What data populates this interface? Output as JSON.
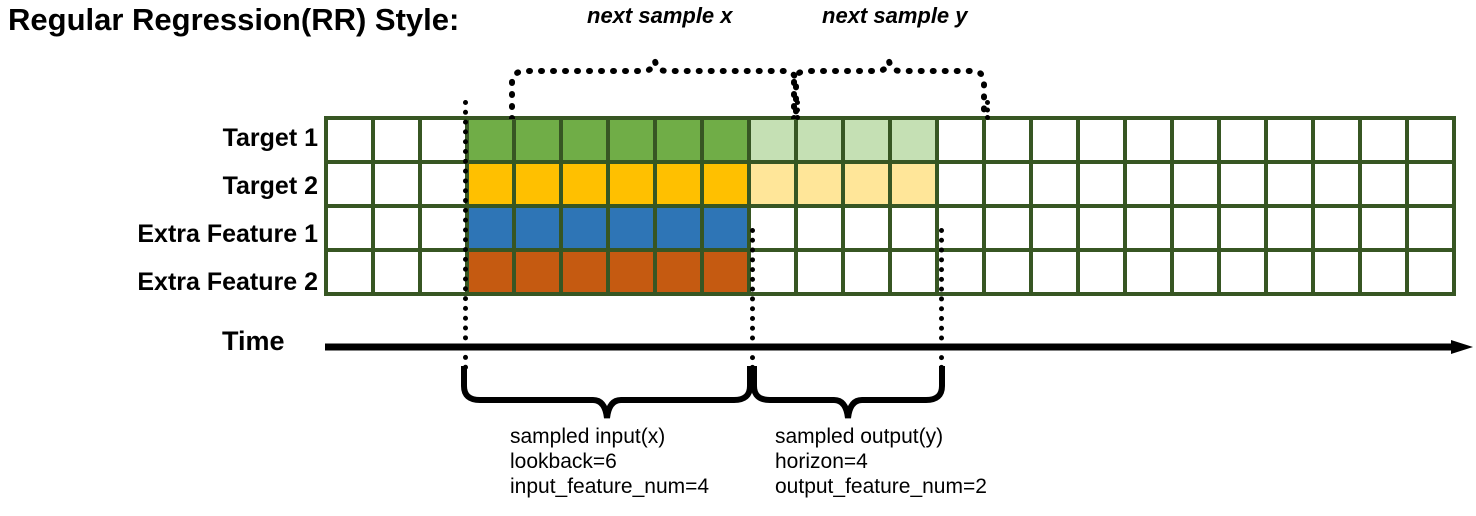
{
  "title": "Regular Regression(RR) Style:",
  "rows": [
    {
      "label": "Target 1",
      "dark": "#70ad47",
      "light": "#c5e0b4",
      "has_light": true
    },
    {
      "label": "Target 2",
      "dark": "#ffc000",
      "light": "#ffe699",
      "has_light": true
    },
    {
      "label": "Extra Feature 1",
      "dark": "#2e75b6",
      "light": "",
      "has_light": false
    },
    {
      "label": "Extra Feature 2",
      "dark": "#c55a11",
      "light": "",
      "has_light": false
    }
  ],
  "grid": {
    "total_columns": 24,
    "leading_blank_columns": 3,
    "input_columns": 6,
    "output_columns": 4,
    "trailing_blank_columns": 11,
    "border_color": "#375623",
    "empty_color": "#ffffff"
  },
  "axis": {
    "label": "Time",
    "direction": "right-arrow"
  },
  "annotations": {
    "top": [
      {
        "text": "next sample x",
        "name": "next-sample-x"
      },
      {
        "text": "next sample y",
        "name": "next-sample-y"
      }
    ],
    "bottom": [
      {
        "name": "sampled-input",
        "lines": [
          "sampled input(x)",
          "lookback=6",
          "input_feature_num=4"
        ]
      },
      {
        "name": "sampled-output",
        "lines": [
          "sampled output(y)",
          "horizon=4",
          "output_feature_num=2"
        ]
      }
    ]
  },
  "chart_data": {
    "type": "diagram",
    "title": "Regular Regression(RR) Style:",
    "series": [
      {
        "name": "Target 1",
        "input_cells": 6,
        "output_cells": 4
      },
      {
        "name": "Target 2",
        "input_cells": 6,
        "output_cells": 4
      },
      {
        "name": "Extra Feature 1",
        "input_cells": 6,
        "output_cells": 0
      },
      {
        "name": "Extra Feature 2",
        "input_cells": 6,
        "output_cells": 0
      }
    ],
    "lookback": 6,
    "horizon": 4,
    "input_feature_num": 4,
    "output_feature_num": 2
  }
}
